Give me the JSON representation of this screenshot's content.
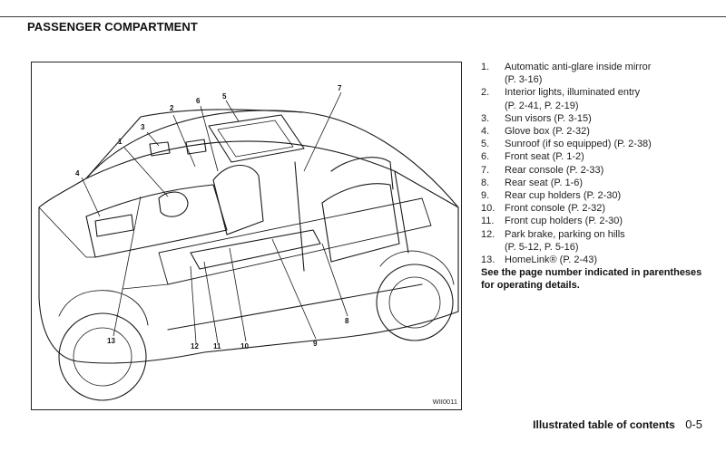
{
  "header": {
    "title": "PASSENGER COMPARTMENT"
  },
  "figure": {
    "code": "WII0011",
    "callouts": [
      "1",
      "2",
      "3",
      "4",
      "5",
      "6",
      "7",
      "8",
      "9",
      "10",
      "11",
      "12",
      "13"
    ]
  },
  "legend": [
    {
      "num": "1.",
      "text": "Automatic anti-glare inside mirror",
      "ref": "(P. 3-16)"
    },
    {
      "num": "2.",
      "text": "Interior lights, illuminated entry",
      "ref": "(P. 2-41, P. 2-19)"
    },
    {
      "num": "3.",
      "text": "Sun visors (P. 3-15)"
    },
    {
      "num": "4.",
      "text": "Glove box (P. 2-32)"
    },
    {
      "num": "5.",
      "text": "Sunroof (if so equipped) (P. 2-38)"
    },
    {
      "num": "6.",
      "text": "Front seat (P. 1-2)"
    },
    {
      "num": "7.",
      "text": "Rear console (P. 2-33)"
    },
    {
      "num": "8.",
      "text": "Rear seat (P. 1-6)"
    },
    {
      "num": "9.",
      "text": "Rear cup holders (P. 2-30)"
    },
    {
      "num": "10.",
      "text": "Front console (P. 2-32)"
    },
    {
      "num": "11.",
      "text": "Front cup holders (P. 2-30)"
    },
    {
      "num": "12.",
      "text": "Park brake, parking on hills",
      "ref": "(P. 5-12, P. 5-16)"
    },
    {
      "num": "13.",
      "text": "HomeLink® (P. 2-43)"
    }
  ],
  "note": "See the page number indicated in parentheses for operating details.",
  "footer": {
    "title": "Illustrated table of contents",
    "page": "0-5"
  }
}
